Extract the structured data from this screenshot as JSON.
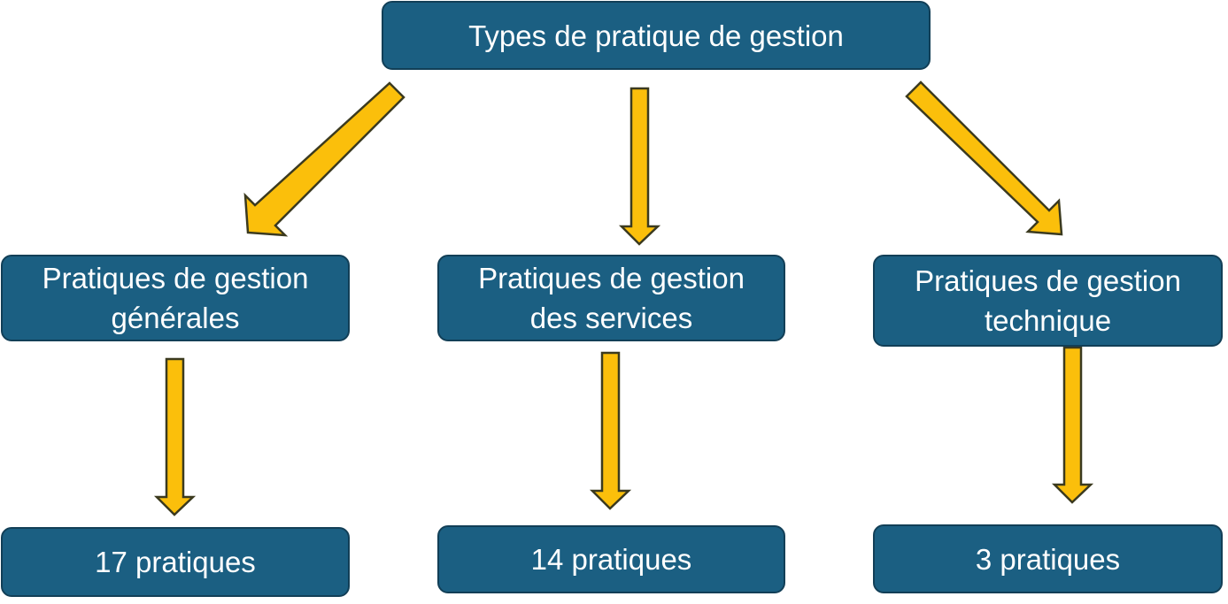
{
  "diagram": {
    "root": {
      "label": "Types de pratique de gestion"
    },
    "categories": [
      {
        "line1": "Pratiques de gestion",
        "line2": "générales",
        "count": "17 pratiques"
      },
      {
        "line1": "Pratiques de gestion",
        "line2": "des services",
        "count": "14 pratiques"
      },
      {
        "line1": "Pratiques de gestion",
        "line2": "technique",
        "count": "3 pratiques"
      }
    ],
    "colors": {
      "box_fill": "#1b5f82",
      "box_border": "#123f57",
      "arrow_fill": "#fbbf0b",
      "arrow_outline": "#3b3a1f",
      "text": "#ffffff"
    }
  }
}
